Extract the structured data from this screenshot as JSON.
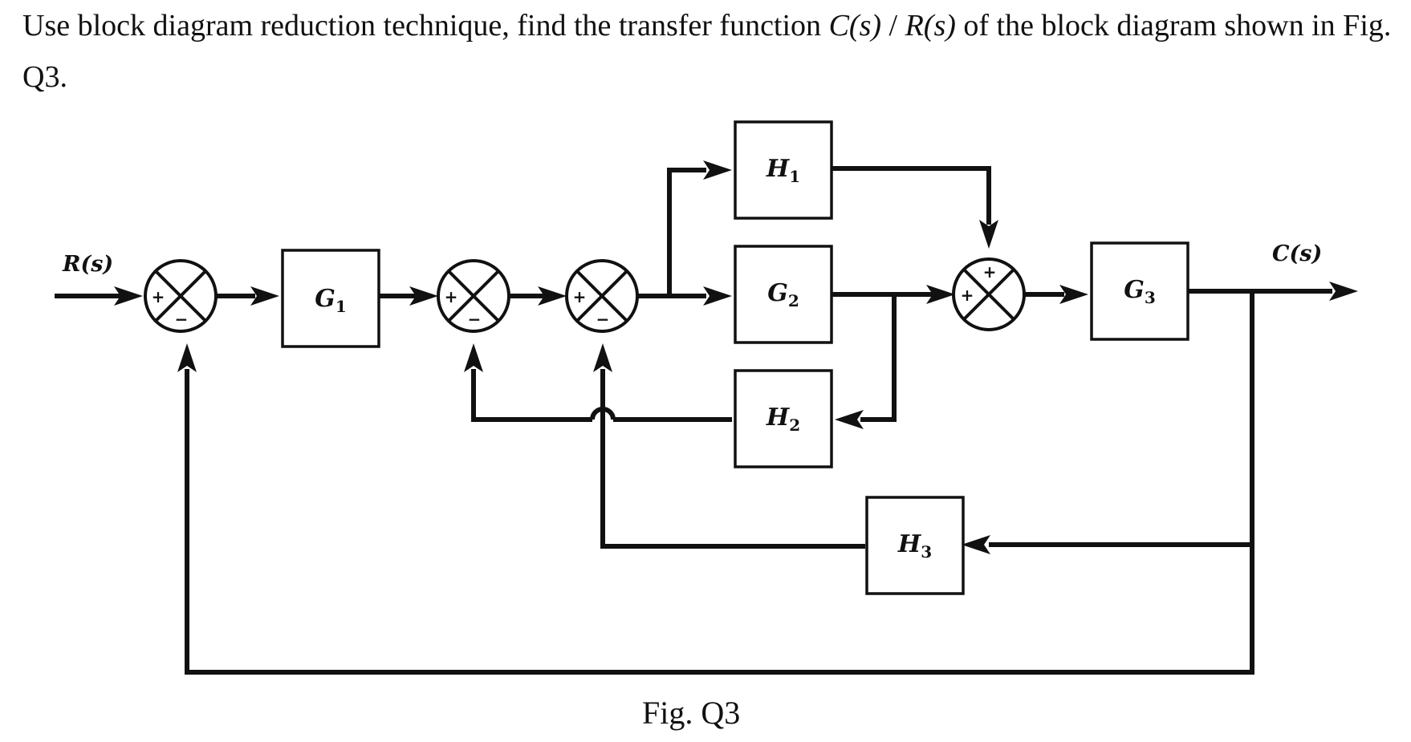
{
  "question": {
    "prefix": "Use block diagram reduction technique, find the transfer function ",
    "tf_num": "C(s)",
    "slash": " / ",
    "tf_den": "R(s)",
    "suffix": " of the block diagram shown in Fig. Q3."
  },
  "diagram": {
    "input_label": "R(s)",
    "output_label": "C(s)",
    "blocks": {
      "G1": {
        "name": "G",
        "sub": "1"
      },
      "G2": {
        "name": "G",
        "sub": "2"
      },
      "G3": {
        "name": "G",
        "sub": "3"
      },
      "H1": {
        "name": "H",
        "sub": "1"
      },
      "H2": {
        "name": "H",
        "sub": "2"
      },
      "H3": {
        "name": "H",
        "sub": "3"
      }
    },
    "summing_junctions": [
      {
        "id": "S1",
        "signs": [
          "+",
          "−"
        ]
      },
      {
        "id": "S2",
        "signs": [
          "+",
          "−"
        ]
      },
      {
        "id": "S3",
        "signs": [
          "+",
          "−"
        ]
      },
      {
        "id": "S4",
        "signs": [
          "+",
          "+"
        ]
      }
    ],
    "caption": "Fig. Q3"
  }
}
